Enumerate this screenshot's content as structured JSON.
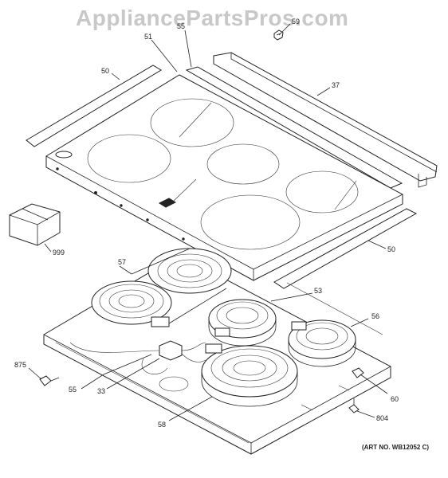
{
  "watermark": "AppliancePartsPros.com",
  "art_number": "(ART NO. WB12052 C)",
  "callouts": {
    "c59": "59",
    "c55_top": "55",
    "c51": "51",
    "c50_left": "50",
    "c37": "37",
    "c999": "999",
    "c50_right": "50",
    "c57": "57",
    "c53": "53",
    "c56": "56",
    "c875": "875",
    "c55_bottom": "55",
    "c33": "33",
    "c60": "60",
    "c804": "804",
    "c58": "58"
  }
}
